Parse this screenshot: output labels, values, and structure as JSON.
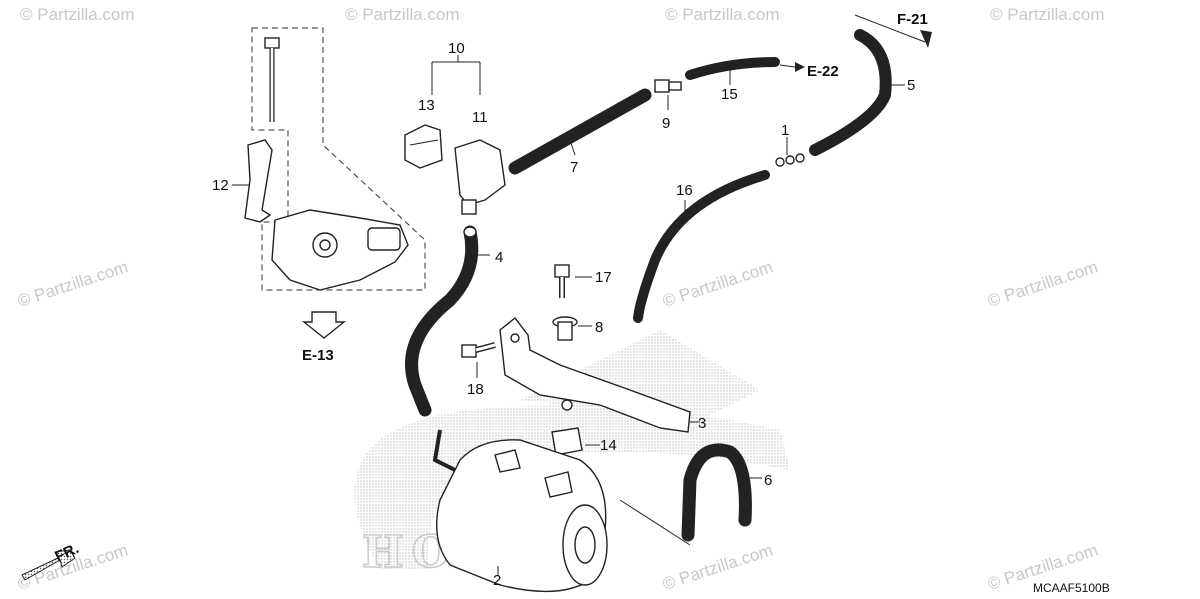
{
  "watermark": "© Partzilla.com",
  "brand_watermark": "HONDA",
  "diagram_code": "MCAAF5100B",
  "direction_label": "FR.",
  "section_refs": [
    "F-21",
    "E-22",
    "E-13"
  ],
  "part_callouts": [
    "1",
    "2",
    "3",
    "4",
    "5",
    "6",
    "7",
    "8",
    "9",
    "10",
    "11",
    "12",
    "13",
    "14",
    "15",
    "16",
    "17",
    "18"
  ]
}
